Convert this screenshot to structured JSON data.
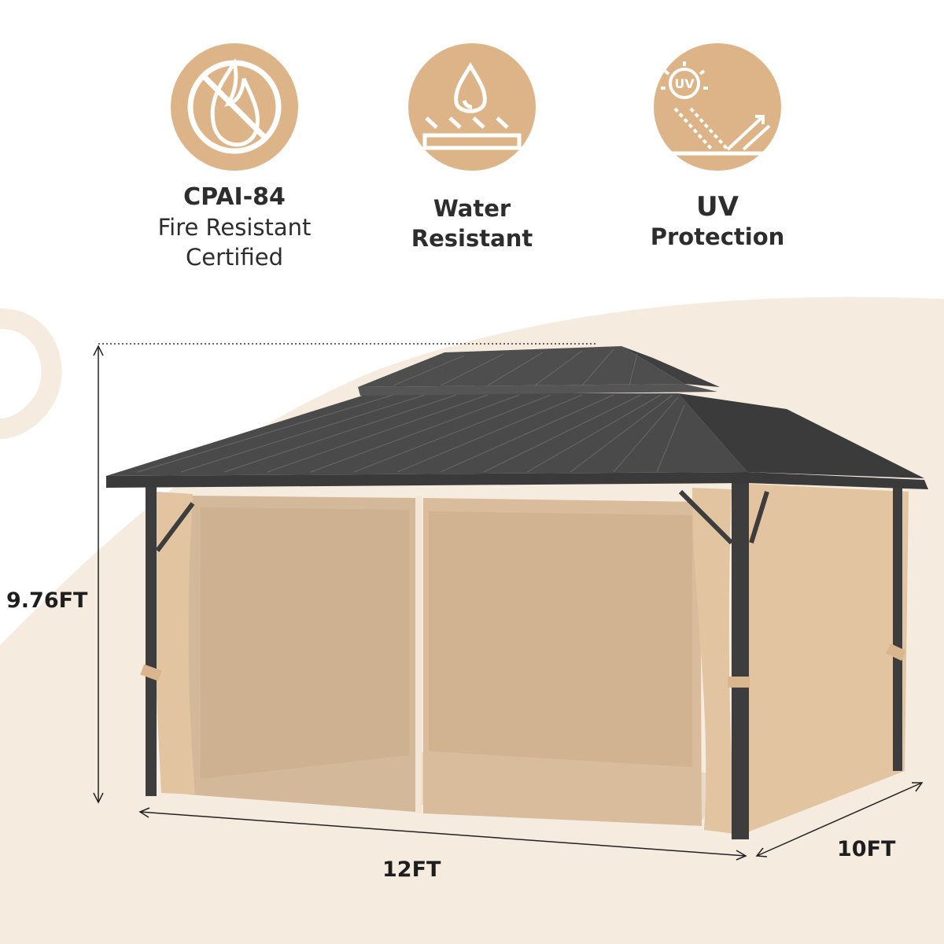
{
  "colors": {
    "background": "#ffffff",
    "backdrop": "#f5ebdf",
    "badge": "#ddb487",
    "icon_line": "#ffffff",
    "text": "#2d2d2d",
    "roof": "#4a4a4a",
    "curtain": "#e2c4a0"
  },
  "features": [
    {
      "icon": "no-fire-icon",
      "lines": [
        "CPAI-84",
        "Fire Resistant",
        "Certified"
      ]
    },
    {
      "icon": "water-drop-icon",
      "lines": [
        "Water",
        "Resistant"
      ]
    },
    {
      "icon": "uv-sun-icon",
      "lines": [
        "UV",
        "Protection"
      ],
      "icon_text": "UV"
    }
  ],
  "dimensions": {
    "height": "9.76FT",
    "width": "12FT",
    "depth": "10FT"
  }
}
